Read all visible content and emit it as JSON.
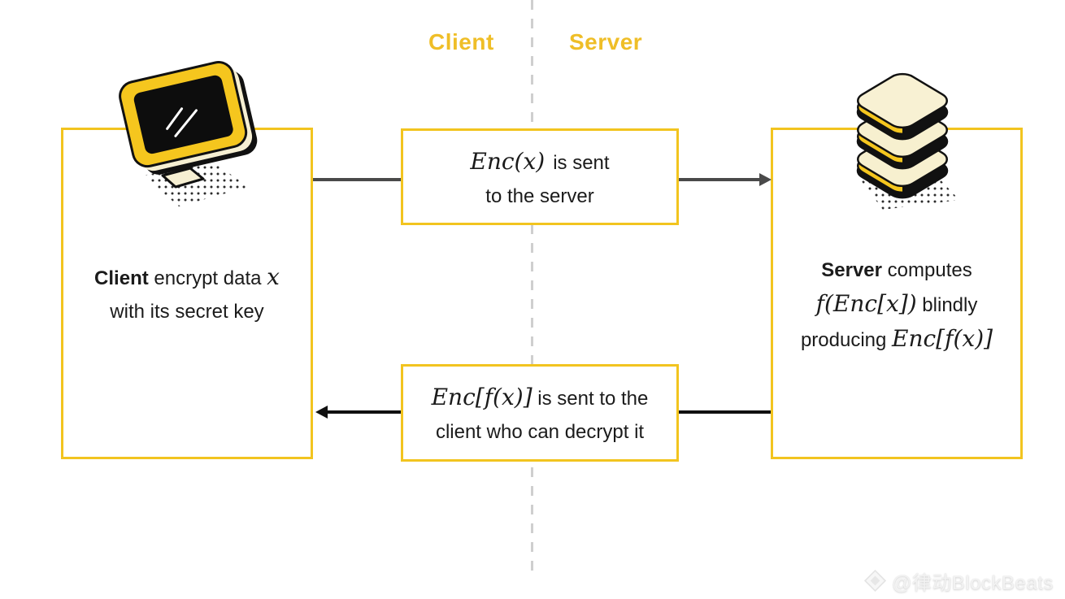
{
  "header": {
    "client_label": "Client",
    "server_label": "Server"
  },
  "client_box": {
    "title_bold": "Client",
    "line1_text": " encrypt data ",
    "line1_math": "x",
    "line2": "with its secret key"
  },
  "server_box": {
    "title_bold": "Server",
    "line1_text": " computes",
    "line2_math": "f(Enc[x])",
    "line2_text": " blindly",
    "line3_text": "producing ",
    "line3_math": "Enc[f(x)]"
  },
  "top_message": {
    "math": "Enc(x)",
    "line1_text": "is sent",
    "line2_text": "to the server"
  },
  "bottom_message": {
    "math": "Enc[f(x)]",
    "line1_text": " is sent to the",
    "line2_text": "client who can decrypt it"
  },
  "watermark": {
    "text": "@律动BlockBeats",
    "icon": "blockbeats-diamond-logo"
  },
  "icons": {
    "client": "monitor-icon",
    "server": "database-stack-icon"
  },
  "colors": {
    "accent_yellow": "#F2C41F",
    "header_gold": "#EFBE27",
    "text_black": "#1B1B1B",
    "arrow_gray": "#4A4A4A",
    "arrow_black": "#101010",
    "divider_gray": "#CFCFCF",
    "icon_cream": "#F6EFD2",
    "icon_screen_black": "#0D0D0D",
    "watermark_white": "#F2F2F2"
  }
}
